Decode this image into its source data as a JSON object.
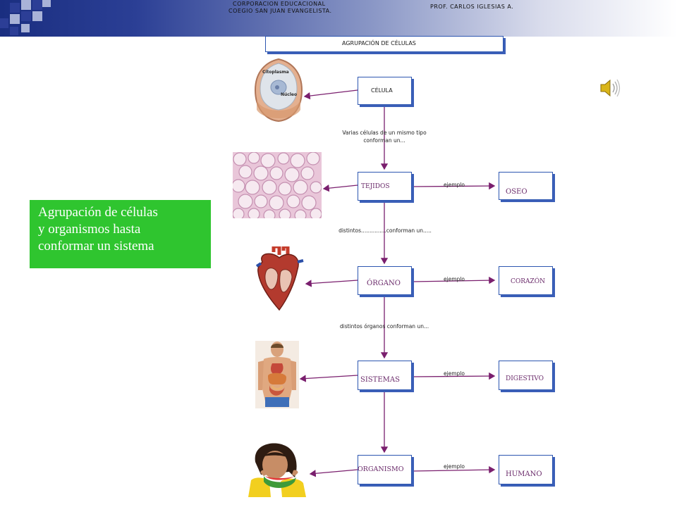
{
  "header": {
    "school_line1": "CORPORACION EDUCACIONAL",
    "school_line2": "COEGIO SAN JUAN EVANGELISTA.",
    "teacher": "PROF. CARLOS IGLESIAS A."
  },
  "diagram": {
    "title": "AGRUPACIÓN DE CÉLULAS",
    "levels": [
      {
        "label": "CÉLULA"
      },
      {
        "label": "TEJIDOS",
        "example": "OSEO"
      },
      {
        "label": "ÓRGANO",
        "example": "CORAZÓN"
      },
      {
        "label": "SISTEMAS",
        "example": "DIGESTIVO"
      },
      {
        "label": "ORGANISMO",
        "example": "HUMANO"
      }
    ],
    "connectors": [
      {
        "line1": "Varias células de un mismo tipo",
        "line2": "conforman un..."
      },
      {
        "line1": "distintos...............conforman un....."
      },
      {
        "line1": "distintos órganos conforman un..."
      }
    ],
    "example_label": "ejemplo",
    "cell_image_labels": {
      "cytoplasm": "Citoplasma",
      "nucleus": "Núcleo"
    }
  },
  "summary_box": {
    "line1": "Agrupación de células",
    "line2": "y organismos hasta",
    "line3": "conformar un sistema",
    "color": "#2fc52f"
  },
  "colors": {
    "arrow": "#7a1f6e",
    "box_border": "#2d56b0",
    "header_dark": "#1a2e80"
  }
}
